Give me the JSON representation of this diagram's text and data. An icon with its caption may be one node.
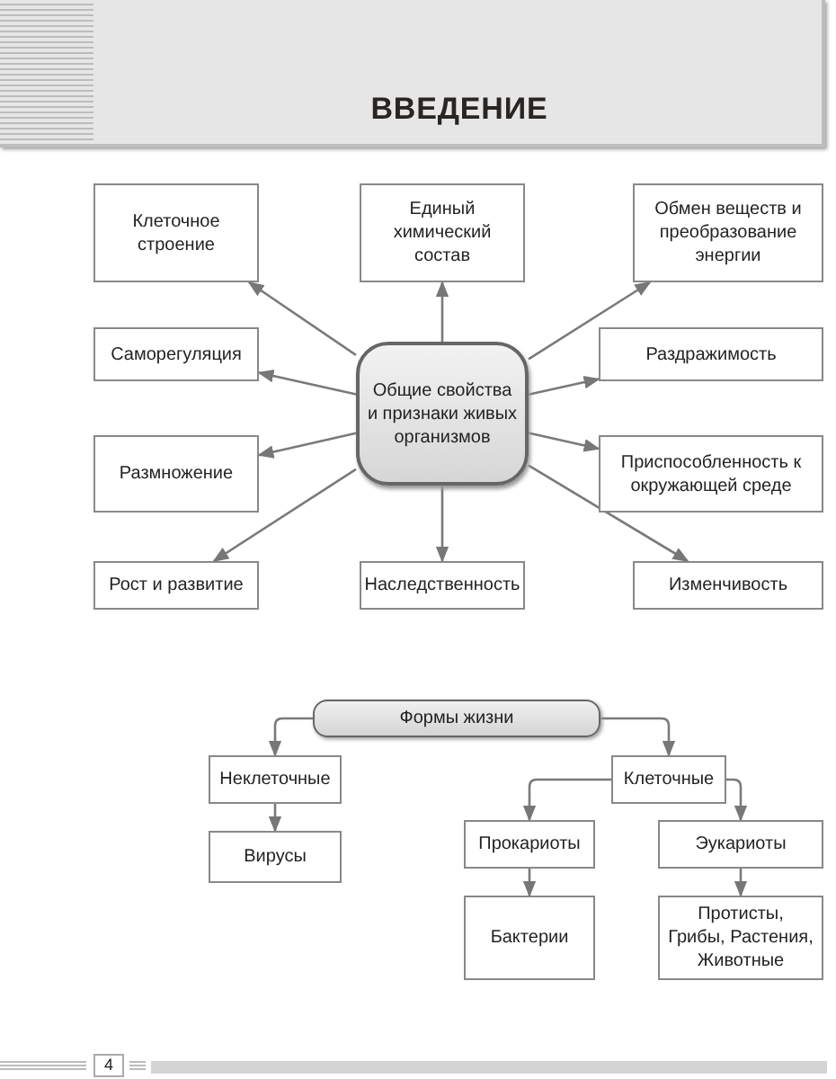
{
  "diagram": {
    "title": "ВВЕДЕНИЕ",
    "nodes": [
      {
        "text": [
          "Общие свойства и признаки живых организмов"
        ]
      },
      {
        "text": [
          "Клеточное строение"
        ]
      },
      {
        "text": [
          "Единый химический состав"
        ]
      },
      {
        "text": [
          "Обмен веществ и преобразование энергии"
        ]
      },
      {
        "text": [
          "Саморегуляция"
        ]
      },
      {
        "text": [
          "Раздражимость"
        ]
      },
      {
        "text": [
          "Размножение"
        ]
      },
      {
        "text": [
          "Приспособленность к окружающей среде"
        ]
      },
      {
        "text": [
          "Рост и развитие"
        ]
      },
      {
        "text": [
          "Наследственность"
        ]
      },
      {
        "text": [
          "Изменчивость"
        ]
      },
      {
        "text": [
          "Формы жизни"
        ]
      },
      {
        "text": [
          "Неклеточные"
        ]
      },
      {
        "text": [
          "Вирусы"
        ]
      },
      {
        "text": [
          "Клеточные"
        ]
      },
      {
        "text": [
          "Прокариоты"
        ]
      },
      {
        "text": [
          "Эукариоты"
        ]
      },
      {
        "text": [
          "Бактерии"
        ]
      },
      {
        "text": [
          "Протисты, Грибы, Растения, Животные"
        ]
      }
    ],
    "edges": [
      {
        "from": 0,
        "to": 1,
        "arrow": "to"
      },
      {
        "from": 0,
        "to": 2,
        "arrow": "to"
      },
      {
        "from": 0,
        "to": 3,
        "arrow": "to"
      },
      {
        "from": 0,
        "to": 4,
        "arrow": "to"
      },
      {
        "from": 0,
        "to": 5,
        "arrow": "to"
      },
      {
        "from": 0,
        "to": 6,
        "arrow": "to"
      },
      {
        "from": 0,
        "to": 7,
        "arrow": "to"
      },
      {
        "from": 0,
        "to": 8,
        "arrow": "to"
      },
      {
        "from": 0,
        "to": 9,
        "arrow": "to"
      },
      {
        "from": 0,
        "to": 10,
        "arrow": "to"
      },
      {
        "from": 11,
        "to": 12,
        "arrow": "to"
      },
      {
        "from": 12,
        "to": 13,
        "arrow": "to"
      },
      {
        "from": 11,
        "to": 14,
        "arrow": "to"
      },
      {
        "from": 14,
        "to": 15,
        "arrow": "to"
      },
      {
        "from": 14,
        "to": 16,
        "arrow": "to"
      },
      {
        "from": 15,
        "to": 17,
        "arrow": "to"
      },
      {
        "from": 16,
        "to": 18,
        "arrow": "to"
      }
    ],
    "labels": [
      "4"
    ]
  }
}
